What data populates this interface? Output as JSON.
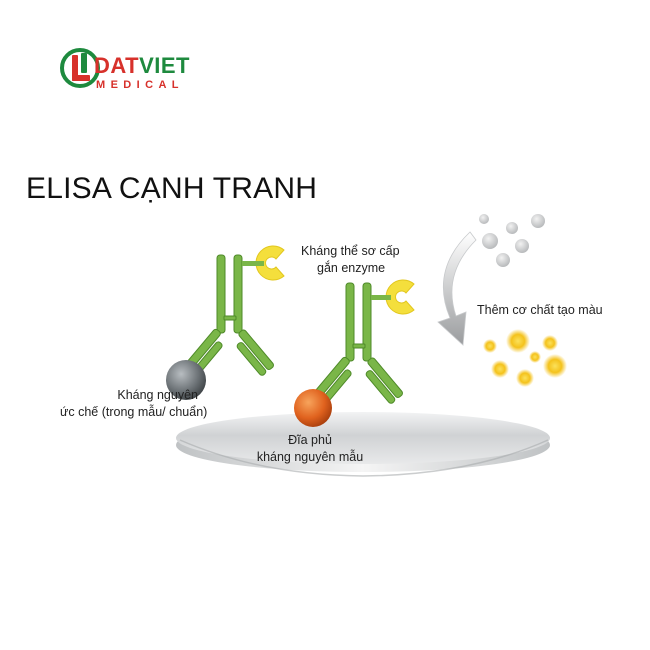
{
  "logo": {
    "brand_part1": "DAT",
    "brand_part2": "VIET",
    "brand_sub": "MEDICAL",
    "color_green": "#1e8a3e",
    "color_red": "#d7312b"
  },
  "title": "ELISA CẠNH TRANH",
  "labels": {
    "enzyme_antibody_line1": "Kháng thể sơ cấp",
    "enzyme_antibody_line2": "gắn enzyme",
    "substrate": "Thêm cơ chất tạo màu",
    "inhibitor_antigen_line1": "Kháng nguyên",
    "inhibitor_antigen_line2": "ức chế (trong mẫu/ chuẩn)",
    "plate_line1": "Đĩa phủ",
    "plate_line2": "kháng nguyên mẫu"
  },
  "colors": {
    "antibody": "#7ab648",
    "enzyme": "#f4df3c",
    "inhibitor_antigen": "#6e7478",
    "coated_antigen": "#e0621e",
    "substrate_before": "#c9cbcd",
    "substrate_after": "#f4c21c",
    "plate": "#d3d5d7"
  },
  "icons": {
    "logo": "dv-cross-logo-icon",
    "arrow": "curved-arrow-icon"
  }
}
